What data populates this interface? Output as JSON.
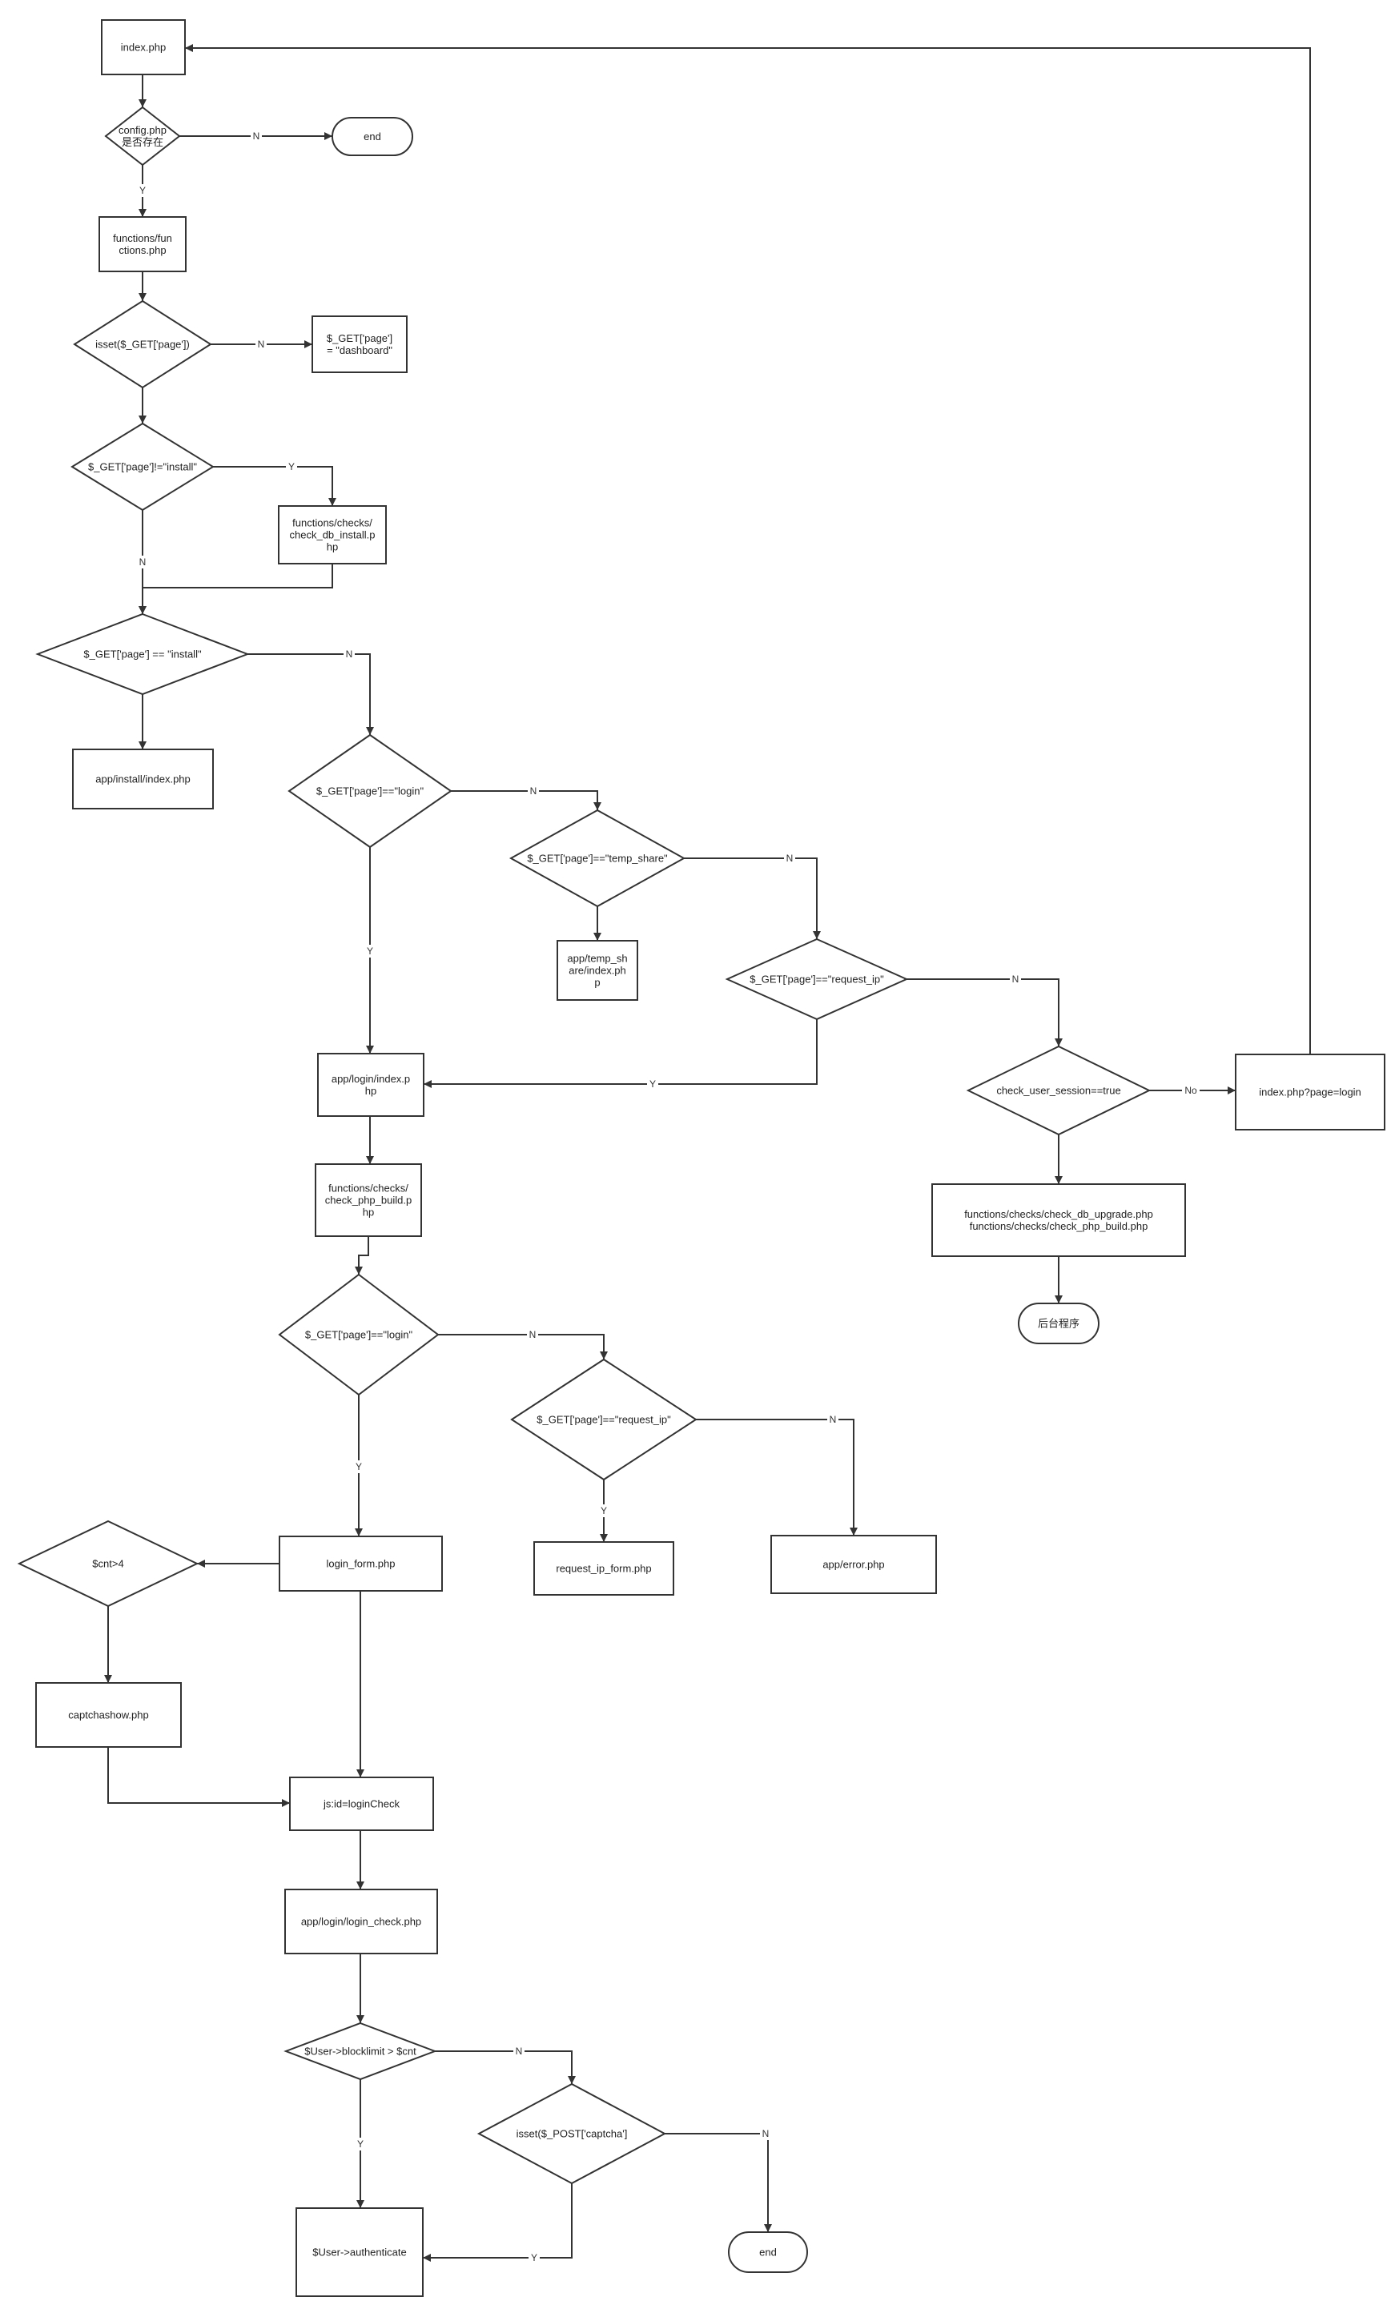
{
  "nodes": [
    {
      "id": "index_php",
      "text": "index.php"
    },
    {
      "id": "config_check",
      "text": "config.php\n是否存在"
    },
    {
      "id": "end_top",
      "text": "end"
    },
    {
      "id": "functions_php",
      "text": "functions/fun\nctions.php"
    },
    {
      "id": "isset_page",
      "text": "isset($_GET['page'])"
    },
    {
      "id": "set_dashboard",
      "text": "$_GET['page']\n= \"dashboard\""
    },
    {
      "id": "page_not_install",
      "text": "$_GET['page']!=\"install\""
    },
    {
      "id": "check_db_install",
      "text": "functions/checks/\ncheck_db_install.p\nhp"
    },
    {
      "id": "page_eq_install",
      "text": "$_GET['page'] == \"install\""
    },
    {
      "id": "install_index",
      "text": "app/install/index.php"
    },
    {
      "id": "page_eq_login_1",
      "text": "$_GET['page']==\"login\""
    },
    {
      "id": "page_eq_temp_share",
      "text": "$_GET['page']==\"temp_share\""
    },
    {
      "id": "temp_share_index",
      "text": "app/temp_sh\nare/index.ph\np"
    },
    {
      "id": "page_eq_request_ip_1",
      "text": "$_GET['page']==\"request_ip\""
    },
    {
      "id": "check_user_session",
      "text": "check_user_session==true"
    },
    {
      "id": "index_page_login",
      "text": "index.php?page=login"
    },
    {
      "id": "login_index",
      "text": "app/login/index.p\nhp"
    },
    {
      "id": "check_db_upgrade",
      "text": "functions/checks/check_db_upgrade.php\nfunctions/checks/check_php_build.php"
    },
    {
      "id": "backend",
      "text": "后台程序"
    },
    {
      "id": "check_php_build",
      "text": "functions/checks/\ncheck_php_build.p\nhp"
    },
    {
      "id": "page_eq_login_2",
      "text": "$_GET['page']==\"login\""
    },
    {
      "id": "page_eq_request_ip_2",
      "text": "$_GET['page']==\"request_ip\""
    },
    {
      "id": "login_form",
      "text": "login_form.php"
    },
    {
      "id": "cnt_gt_4",
      "text": "$cnt>4"
    },
    {
      "id": "request_ip_form",
      "text": "request_ip_form.php"
    },
    {
      "id": "app_error",
      "text": "app/error.php"
    },
    {
      "id": "captchashow",
      "text": "captchashow.php"
    },
    {
      "id": "js_login_check",
      "text": "js:id=loginCheck"
    },
    {
      "id": "login_check_php",
      "text": "app/login/login_check.php"
    },
    {
      "id": "blocklimit",
      "text": "$User->blocklimit > $cnt"
    },
    {
      "id": "isset_captcha",
      "text": "isset($_POST['captcha']"
    },
    {
      "id": "authenticate",
      "text": "$User->authenticate"
    },
    {
      "id": "end_bottom",
      "text": "end"
    }
  ],
  "edge_labels": {
    "config_N": "N",
    "config_Y": "Y",
    "isset_page_N": "N",
    "not_install_Y": "Y",
    "not_install_N": "N",
    "eq_install_N": "N",
    "login1_N": "N",
    "login1_Y": "Y",
    "temp_share_N": "N",
    "request_ip1_N": "N",
    "request_ip1_Y": "Y",
    "session_No": "No",
    "login2_N": "N",
    "login2_Y": "Y",
    "request_ip2_Y": "Y",
    "request_ip2_N": "N",
    "blocklimit_N": "N",
    "blocklimit_Y": "Y",
    "captcha_N": "N",
    "captcha_Y": "Y"
  }
}
